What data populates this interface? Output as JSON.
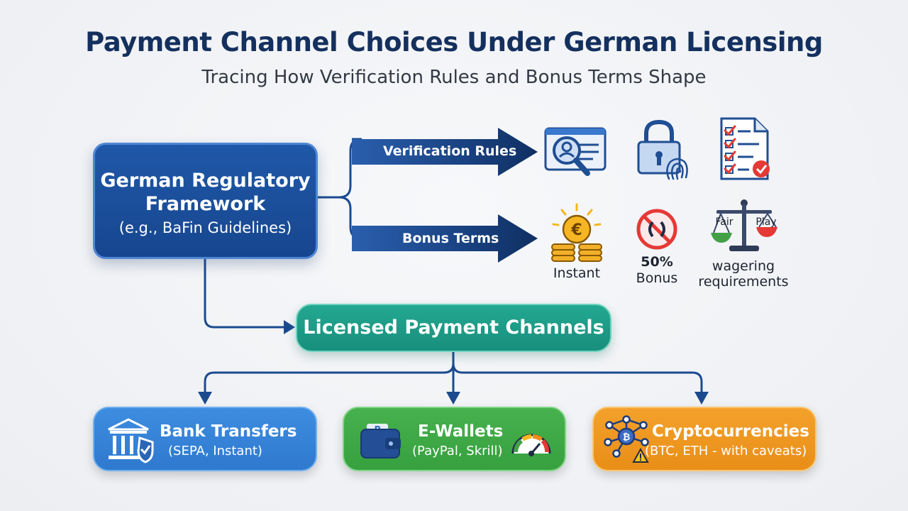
{
  "title": "Payment Channel Choices Under German Licensing",
  "subtitle": "Tracing How Verification Rules and Bonus Terms Shape",
  "framework": {
    "line1": "German Regulatory",
    "line2": "Framework",
    "line3": "(e.g., BaFin Guidelines)"
  },
  "branches": {
    "verification": "Verification Rules",
    "bonus": "Bonus Terms"
  },
  "bonus_icons": {
    "coins_caption": "Instant",
    "fifty_line1": "50%",
    "fifty_line2": "Bonus",
    "scale_left": "Fair",
    "scale_right": "Play",
    "scale_caption_line1": "wagering",
    "scale_caption_line2": "requirements"
  },
  "licensed": "Licensed Payment Channels",
  "channels": {
    "bank": {
      "name": "Bank Transfers",
      "note": "(SEPA, Instant)"
    },
    "ewallet": {
      "name": "E-Wallets",
      "note": "(PayPal, Skrill)"
    },
    "crypto": {
      "name": "Cryptocurrencies",
      "note": "(BTC, ETH - with caveats)"
    }
  },
  "colors": {
    "navy": "#17468f",
    "teal": "#1d9c87",
    "bank": "#3584d6",
    "ewallet": "#3fa846",
    "crypto": "#ee961e"
  }
}
